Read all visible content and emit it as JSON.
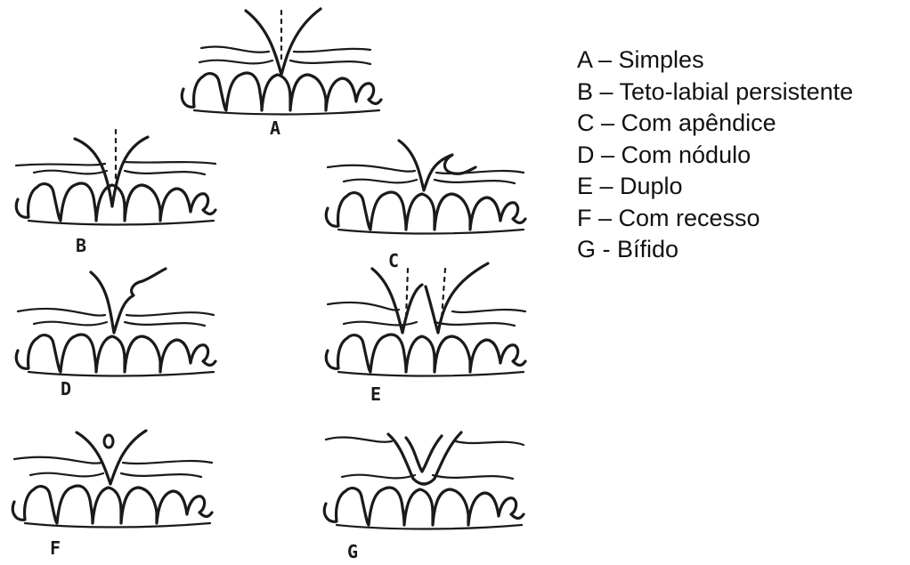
{
  "panels": [
    {
      "label": "A"
    },
    {
      "label": "B"
    },
    {
      "label": "C"
    },
    {
      "label": "D"
    },
    {
      "label": "E"
    },
    {
      "label": "F"
    },
    {
      "label": "G"
    }
  ],
  "legend": [
    "A – Simples",
    "B – Teto-labial persistente",
    "C – Com apêndice",
    "D – Com nódulo",
    "E – Duplo",
    "F – Com recesso",
    "G - Bífido"
  ]
}
